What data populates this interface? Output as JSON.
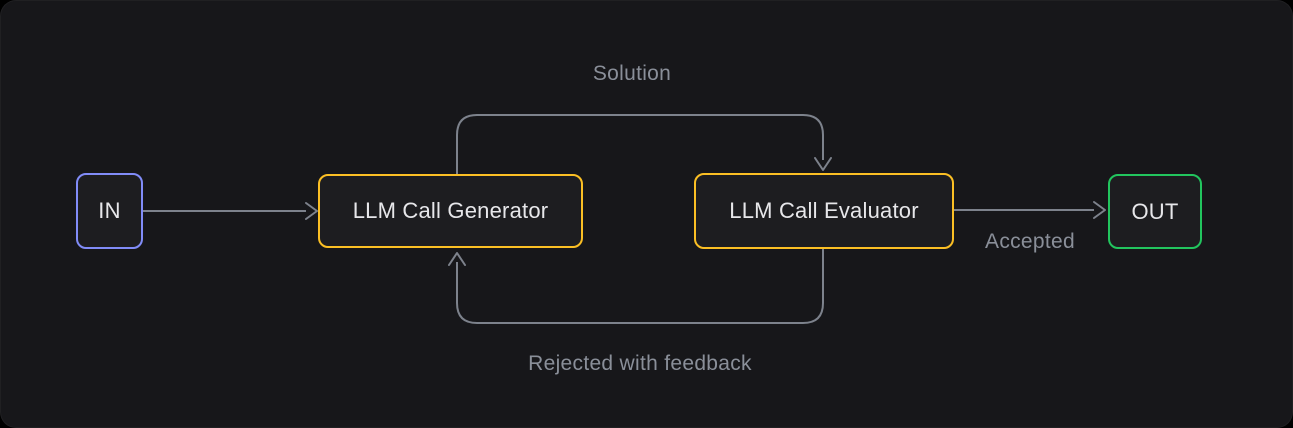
{
  "diagram": {
    "nodes": [
      {
        "id": "in",
        "label": "IN"
      },
      {
        "id": "generator",
        "label": "LLM Call Generator"
      },
      {
        "id": "evaluator",
        "label": "LLM Call Evaluator"
      },
      {
        "id": "out",
        "label": "OUT"
      }
    ],
    "edges": [
      {
        "from": "in",
        "to": "generator",
        "label": ""
      },
      {
        "from": "generator",
        "to": "evaluator",
        "label": "Solution"
      },
      {
        "from": "evaluator",
        "to": "out",
        "label": "Accepted"
      },
      {
        "from": "evaluator",
        "to": "generator",
        "label": "Rejected with feedback"
      }
    ]
  },
  "colors": {
    "canvas_bg": "#000000",
    "panel_bg": "#17171a",
    "node_bg": "#1d1d20",
    "node_text": "#e7e7ea",
    "edge_line": "#7d828c",
    "edge_label": "#8a8f99",
    "accent_in": "#818cf8",
    "accent_llm": "#fbbf24",
    "accent_out": "#22c55e"
  }
}
